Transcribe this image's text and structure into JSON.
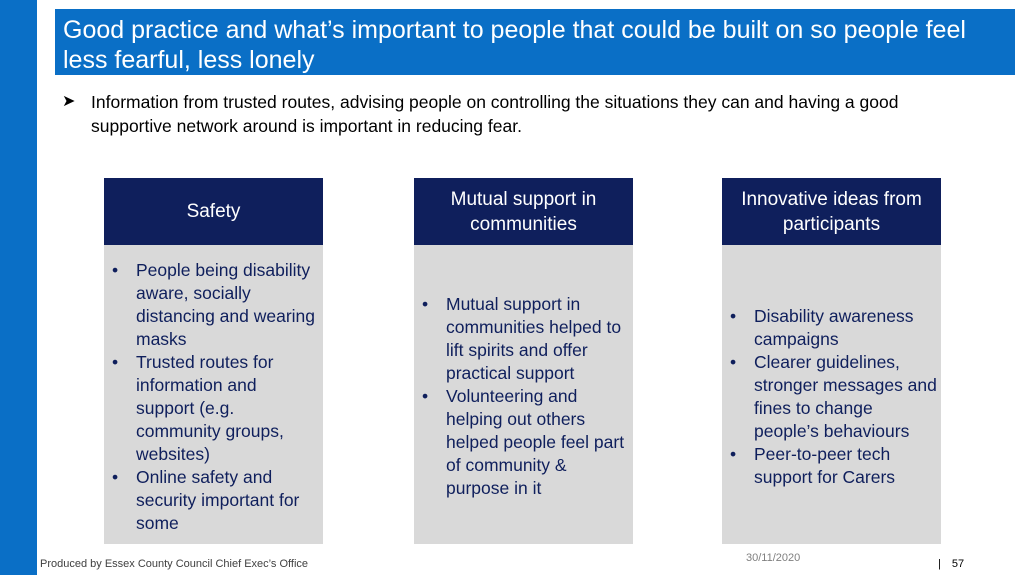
{
  "colors": {
    "accent_blue": "#0a6fc6",
    "navy": "#0f1f5c",
    "card_gray": "#d9d9d9"
  },
  "title": "Good practice and what’s important to people that could be built on so people feel less fearful, less lonely",
  "intro": {
    "bullet_icon": "arrow-bullet-icon",
    "text": "Information from trusted routes, advising people on controlling the situations they can and having a good supportive network around is important in reducing fear."
  },
  "cards": [
    {
      "heading": "Safety",
      "items": [
        "People being disability aware, socially distancing and wearing masks",
        "Trusted routes for information and support (e.g. community groups, websites)",
        "Online safety and security important for some"
      ]
    },
    {
      "heading": "Mutual support in communities",
      "items": [
        "Mutual support in communities helped to lift spirits and offer practical support",
        "Volunteering and helping out others helped people feel part of community & purpose in it"
      ]
    },
    {
      "heading": "Innovative ideas from participants",
      "items": [
        "Disability awareness campaigns",
        "Clearer guidelines, stronger messages and fines to change people’s behaviours",
        "Peer-to-peer tech support for Carers"
      ]
    }
  ],
  "footer": {
    "producer": "Produced by Essex County Council Chief Exec’s Office",
    "date": "30/11/2020",
    "separator": "|",
    "page_number": "57"
  }
}
